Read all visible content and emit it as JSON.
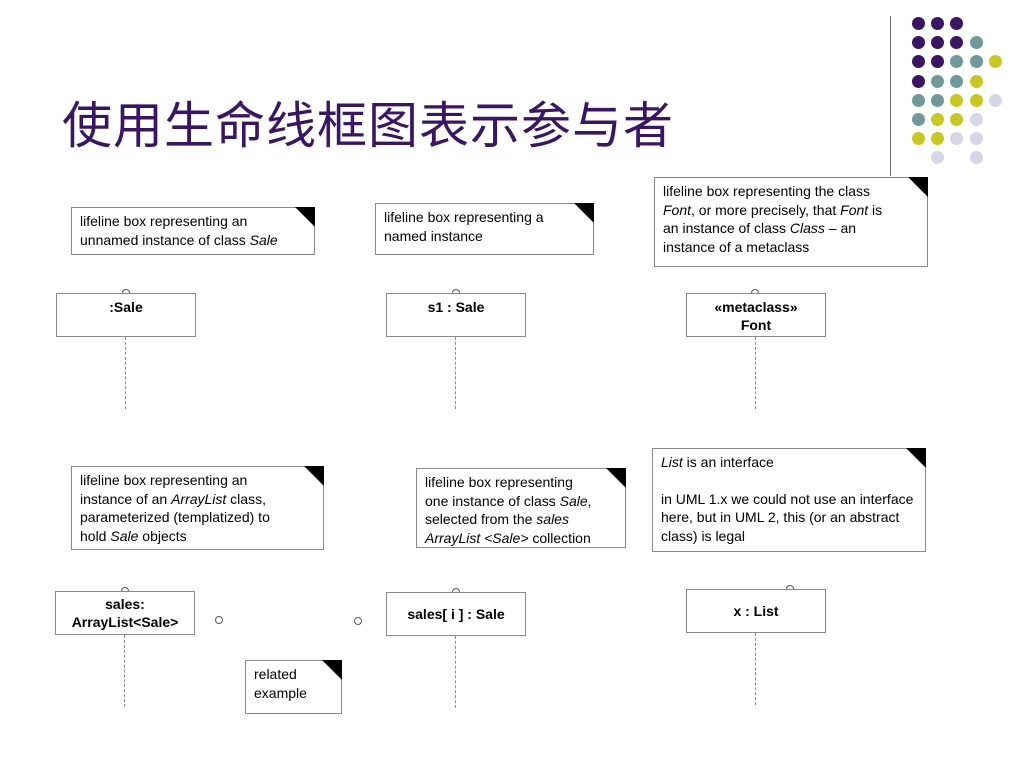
{
  "title": "使用生命线框图表示参与者",
  "colors": {
    "title": "#3a1466",
    "dot_purple": "#3b1466",
    "dot_teal": "#6e9a9a",
    "dot_yellow": "#c8c81e",
    "dot_lavender": "#d6d6e8"
  },
  "notes": {
    "unnamed": {
      "text": "lifeline box representing an unnamed instance of class ",
      "em": "Sale"
    },
    "named": {
      "text": "lifeline box representing a named instance"
    },
    "metaclass": {
      "p1": "lifeline box representing the class ",
      "em1": "Font",
      "p2": ", or more precisely, that ",
      "em2": "Font",
      "p3": " is an instance of class ",
      "em3": "Class",
      "p4": " – an instance of a metaclass"
    },
    "arraylist": {
      "p1": "lifeline box representing an instance of an ",
      "em1": "ArrayList",
      "p2": " class, parameterized (templatized) to hold ",
      "em2": "Sale",
      "p3": " objects"
    },
    "selected": {
      "p1": "lifeline box representing one instance of class ",
      "em1": "Sale",
      "p2": ", selected from the ",
      "em2": "sales ArrayList <Sale>",
      "p3": " collection"
    },
    "interface": {
      "em1": "List",
      "p1": " is an interface",
      "p2": "in UML 1.x we could not use an interface here, but in UML 2, this (or an abstract class) is legal"
    },
    "related": {
      "text": "related example"
    }
  },
  "lifelines": {
    "sale": ":Sale",
    "s1": "s1 : Sale",
    "meta_stereo": "«metaclass»",
    "meta_name": "Font",
    "sales_1": "sales:",
    "sales_2": "ArrayList<Sale>",
    "sales_i": "sales[ i ] : Sale",
    "x_list": "x : List"
  }
}
